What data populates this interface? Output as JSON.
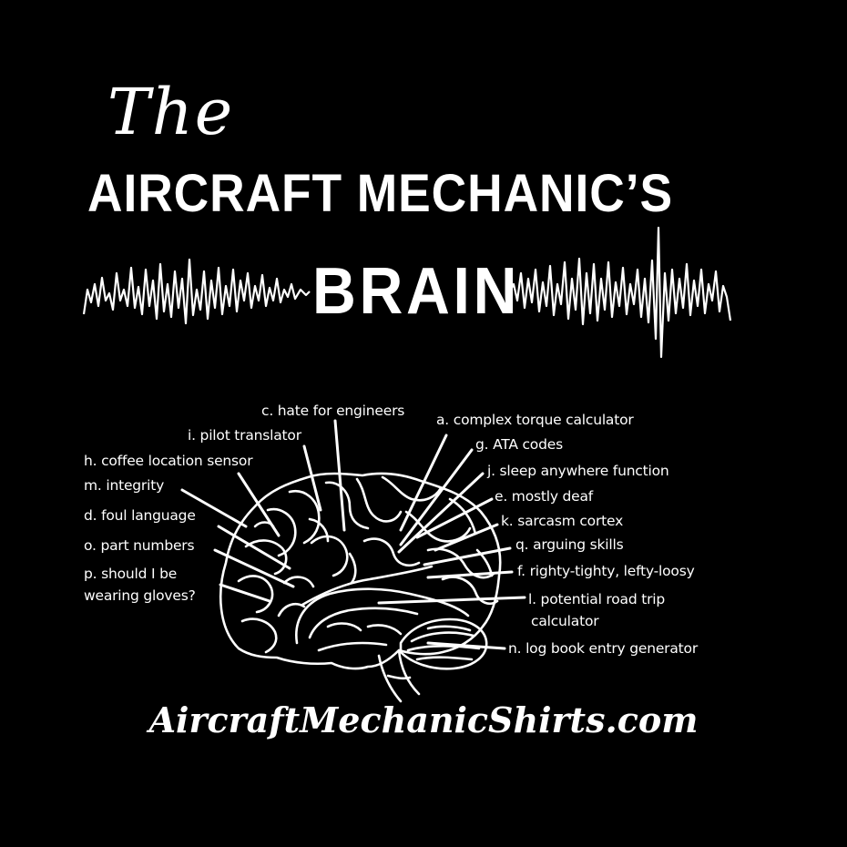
{
  "title": {
    "the": "The",
    "main": "AIRCRAFT MECHANIC’S",
    "brain": "BRAIN"
  },
  "labels": {
    "c": "c. hate for engineers",
    "i": "i. pilot translator",
    "h": "h. coffee location sensor",
    "m": "m. integrity",
    "d": "d. foul language",
    "o": "o. part numbers",
    "p1": "p. should I be",
    "p2": "wearing  gloves?",
    "a": "a. complex torque calculator",
    "g": "g. ATA codes",
    "j": "j. sleep anywhere function",
    "e": "e. mostly deaf",
    "k": "k. sarcasm cortex",
    "q": "q. arguing  skills",
    "f": "f. righty-tighty, lefty-loosy",
    "l1": "l. potential road trip",
    "l2": "calculator",
    "n": "n. log book entry generator"
  },
  "footer": "AircraftMechanicShirts.com",
  "colors": {
    "background": "#000000",
    "ink": "#ffffff"
  },
  "icons": {
    "waveform": "brainwave-icon",
    "brain": "brain-illustration-icon"
  }
}
